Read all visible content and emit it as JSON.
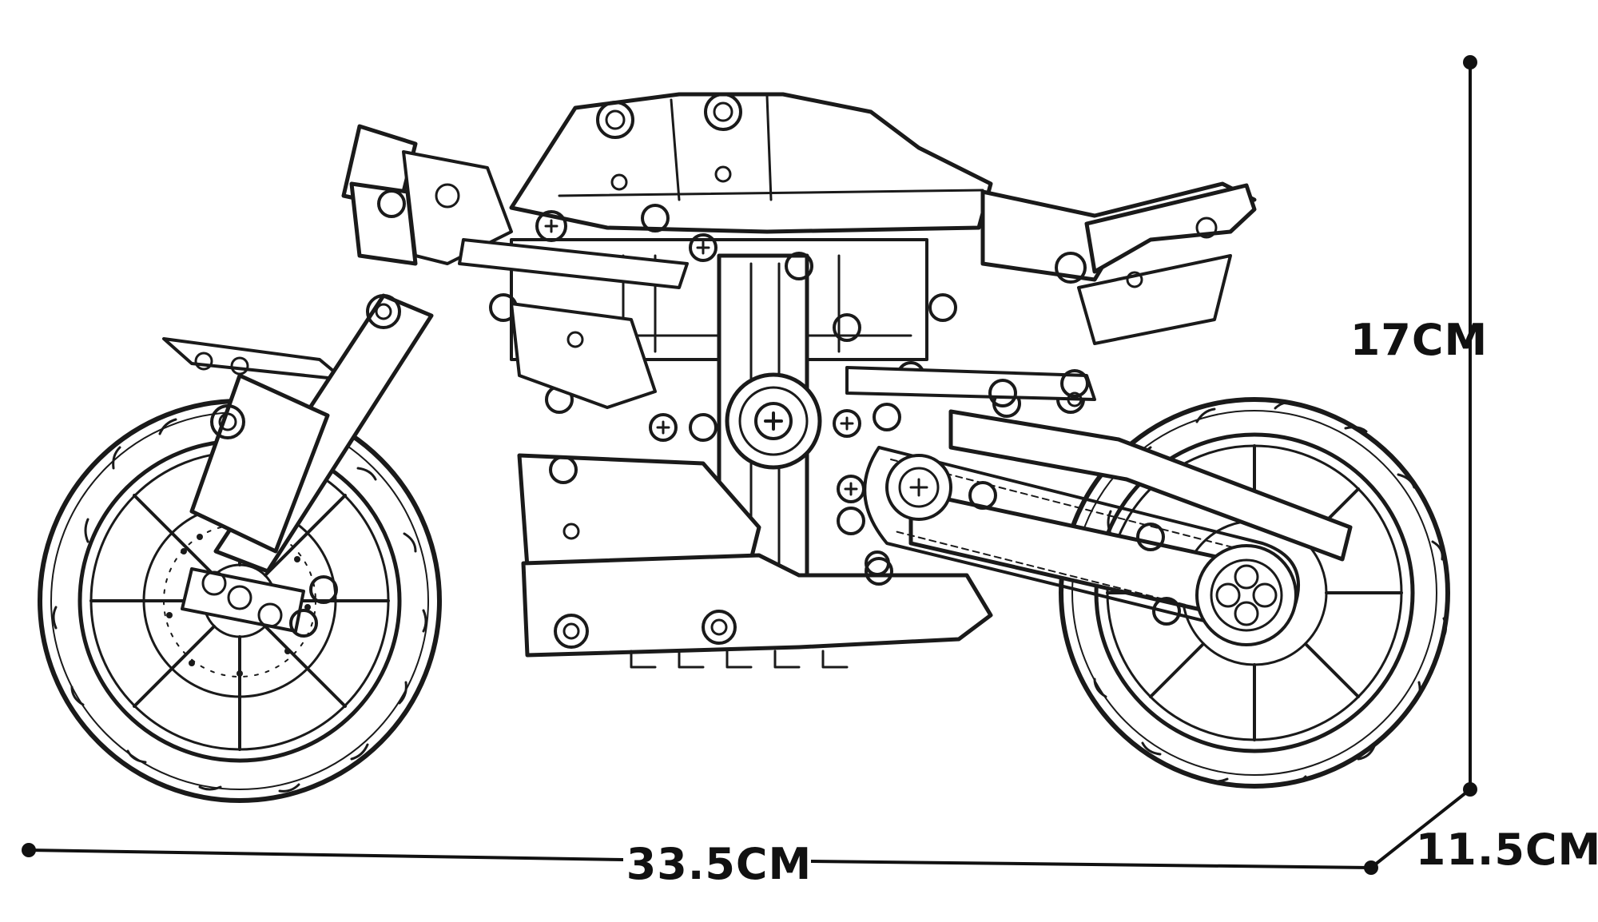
{
  "dimensions": {
    "height_label": "17CM",
    "length_label": "33.5CM",
    "width_label": "11.5CM"
  },
  "colors": {
    "ink": "#1a1a1a",
    "background": "#ffffff"
  },
  "illustration": {
    "icon": "motorcycle-line-drawing"
  }
}
